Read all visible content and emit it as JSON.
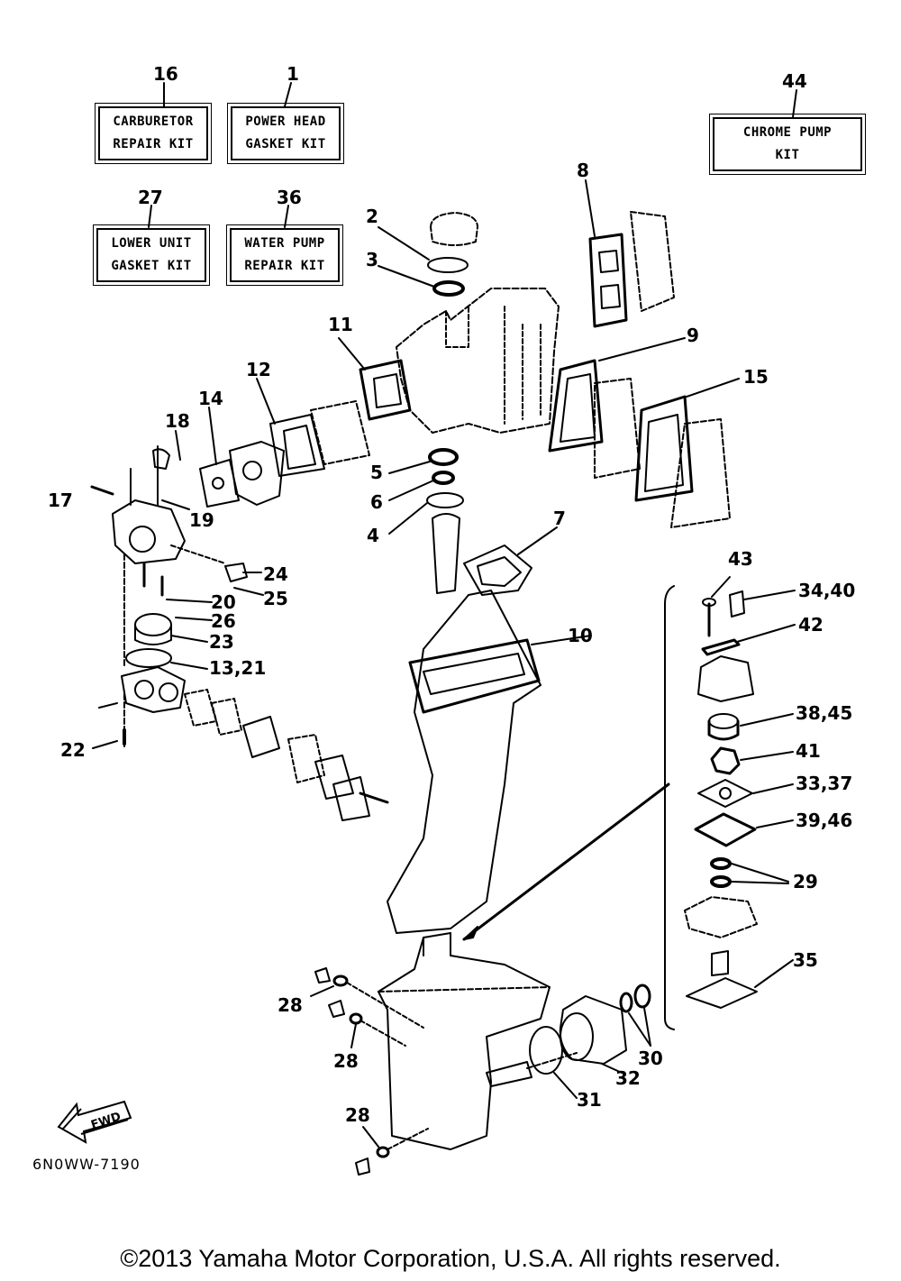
{
  "kits": [
    {
      "ref": "16",
      "line1": "CARBURETOR",
      "line2": "REPAIR KIT"
    },
    {
      "ref": "1",
      "line1": "POWER HEAD",
      "line2": "GASKET KIT"
    },
    {
      "ref": "44",
      "line1": "CHROME PUMP",
      "line2": "KIT"
    },
    {
      "ref": "27",
      "line1": "LOWER UNIT",
      "line2": "GASKET KIT"
    },
    {
      "ref": "36",
      "line1": "WATER PUMP",
      "line2": "REPAIR KIT"
    }
  ],
  "callouts": {
    "c2": "2",
    "c3": "3",
    "c8": "8",
    "c9": "9",
    "c11": "11",
    "c12": "12",
    "c14": "14",
    "c15": "15",
    "c18": "18",
    "c17": "17",
    "c19": "19",
    "c5": "5",
    "c6": "6",
    "c4": "4",
    "c7": "7",
    "c24": "24",
    "c25": "25",
    "c20": "20",
    "c26": "26",
    "c23": "23",
    "c13_21": "13,21",
    "c10": "10",
    "c22": "22",
    "c43": "43",
    "c34_40": "34,40",
    "c42": "42",
    "c38_45": "38,45",
    "c41": "41",
    "c33_37": "33,37",
    "c39_46": "39,46",
    "c29": "29",
    "c35": "35",
    "c28a": "28",
    "c28b": "28",
    "c28c": "28",
    "c30": "30",
    "c31": "31",
    "c32": "32"
  },
  "fwd_label": "FWD",
  "diagram_code": "6N0WW-7190",
  "copyright": "©2013 Yamaha Motor Corporation, U.S.A. All rights reserved."
}
